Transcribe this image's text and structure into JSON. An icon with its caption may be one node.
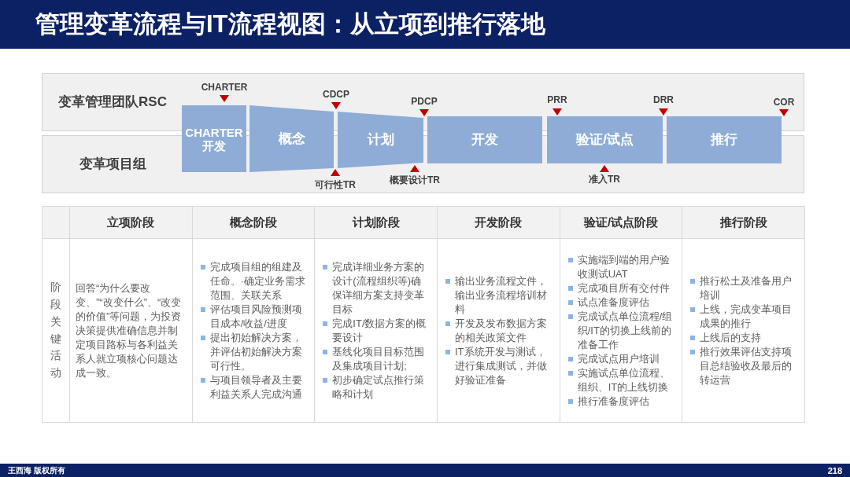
{
  "diagram": {
    "title": "管理变革流程与IT流程视图：从立项到推行落地",
    "nodes": [
      {
        "text": [
          "变革管理团队RSC"
        ]
      },
      {
        "text": [
          "变革项目组"
        ]
      },
      {
        "text": [
          "CHARTER开发"
        ]
      },
      {
        "text": [
          "概念"
        ]
      },
      {
        "text": [
          "计划"
        ]
      },
      {
        "text": [
          "开发"
        ]
      },
      {
        "text": [
          "验证/试点"
        ]
      },
      {
        "text": [
          "推行"
        ]
      }
    ],
    "labels": [
      "CHARTER",
      "CDCP",
      "PDCP",
      "PRR",
      "DRR",
      "COR",
      "可行性TR",
      "概要设计TR",
      "准入TR",
      "立项阶段",
      "概念阶段",
      "计划阶段",
      "开发阶段",
      "验证/试点阶段",
      "推行阶段",
      "阶段关键活动",
      "回答“为什么要改变、”“改变什么”、“改变的价值”等问题，为投资决策提供准确信息并制定项目路标与各利益关系人就立项核心问题达成一致。",
      "完成项目组的组建及任命。·确定业务需求范围、关联关系",
      "评估项目风险预测项目成本/收益/进度",
      "提出初始解决方案，并评估初始解决方案可行性。",
      "与项目领导者及主要利益关系人完成沟通",
      "完成详细业务方案的设计(流程组织等)确保详细方案支持变革目标",
      "完成IT/数据方案的概要设计",
      "基线化项目目标范围及集成项目计划;",
      "初步确定试点推行策略和计划",
      "输出业务流程文件，输出业务流程培训材料",
      "开发及发布数据方案的相关政策文件",
      "IT系统开发与测试，进行集成测试，并做好验证准备",
      "实施端到端的用户验收测试UAT",
      "完成项目所有交付件",
      "试点准备度评估",
      "完成试点单位流程/组织/IT的切换上线前的准备工作",
      "完成试点用户培训",
      "实施试点单位流程、组织、IT的上线切换",
      "推行准备度评估",
      "推行松土及准备用户培训",
      "上线，完成变革项目成果的推行",
      "上线后的支持",
      "推行效果评估支持项目总结验收及最后的转运营",
      "王西海 版权所有",
      "218"
    ]
  }
}
